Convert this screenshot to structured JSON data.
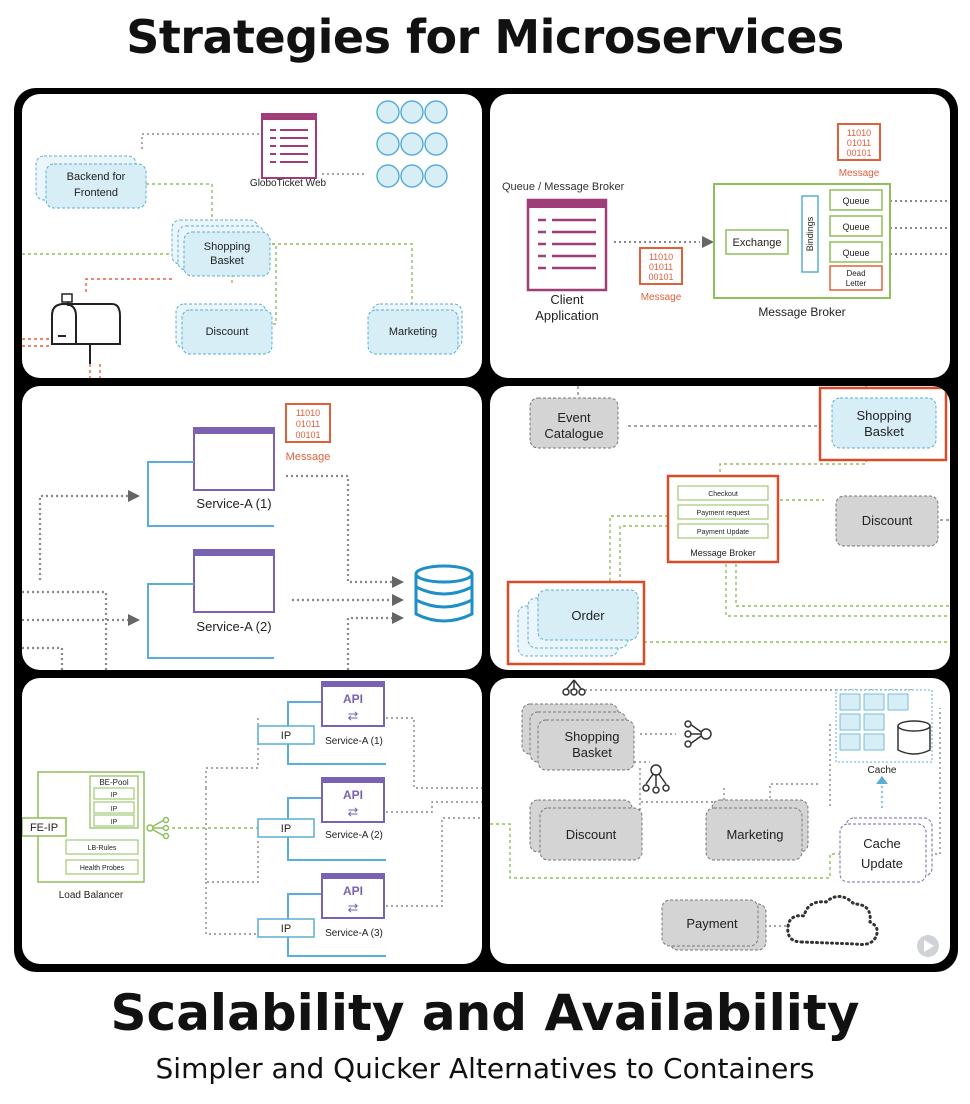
{
  "header": {
    "title": "Strategies for Microservices"
  },
  "footer": {
    "title": "Scalability and Availability",
    "subtitle": "Simpler and Quicker Alternatives to Containers"
  },
  "panels": {
    "p1": {
      "bff": [
        "Backend for",
        "Frontend"
      ],
      "web": "GloboTicket Web",
      "basket": [
        "Shopping",
        "Basket"
      ],
      "discount": "Discount",
      "marketing": "Marketing"
    },
    "p2": {
      "queue_broker_label": "Queue / Message Broker",
      "client": [
        "Client",
        "Application"
      ],
      "message": "Message",
      "message_top": "Message",
      "exchange": "Exchange",
      "bindings": "Bindings",
      "queue1": "Queue",
      "queue2": "Queue",
      "queue3": "Queue",
      "dead_letter": [
        "Dead",
        "Letter"
      ],
      "broker": "Message Broker",
      "bits": [
        "11010",
        "01011",
        "00101"
      ]
    },
    "p3": {
      "message": "Message",
      "service1": "Service-A (1)",
      "service2": "Service-A (2)",
      "bits": [
        "11010",
        "01011",
        "00101"
      ]
    },
    "p4": {
      "event_catalogue": [
        "Event",
        "Catalogue"
      ],
      "basket": [
        "Shopping",
        "Basket"
      ],
      "checkout": "Checkout",
      "payment_request": "Payment request",
      "payment_update": "Payment Update",
      "broker": "Message Broker",
      "discount": "Discount",
      "order": "Order"
    },
    "p5": {
      "api": "API",
      "ip": "IP",
      "service1": "Service-A (1)",
      "service2": "Service-A (2)",
      "service3": "Service-A (3)",
      "be_pool": "BE-Pool",
      "fe_ip": "FE-IP",
      "lb_rules": "LB-Rules",
      "health_probes": "Health Probes",
      "load_balancer": "Load Balancer"
    },
    "p6": {
      "basket": [
        "Shopping",
        "Basket"
      ],
      "discount": "Discount",
      "marketing": "Marketing",
      "cache": "Cache",
      "cache_update": [
        "Cache",
        "Update"
      ],
      "payment": "Payment"
    }
  }
}
